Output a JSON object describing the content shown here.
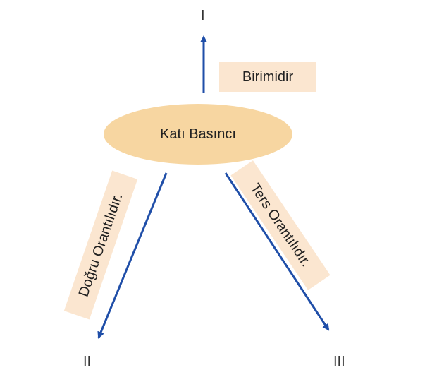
{
  "nodes": {
    "top": "I",
    "bottom_left": "II",
    "bottom_right": "III",
    "center": "Katı Basıncı"
  },
  "relations": {
    "to_top": "Birimidir",
    "to_bottom_left": "Doğru Orantılıdır.",
    "to_bottom_right": "Ters Orantılıdır."
  },
  "colors": {
    "arrow": "#1f4ea8",
    "ellipse_fill": "#f7d6a1",
    "tag_fill": "#fbe6d0"
  }
}
